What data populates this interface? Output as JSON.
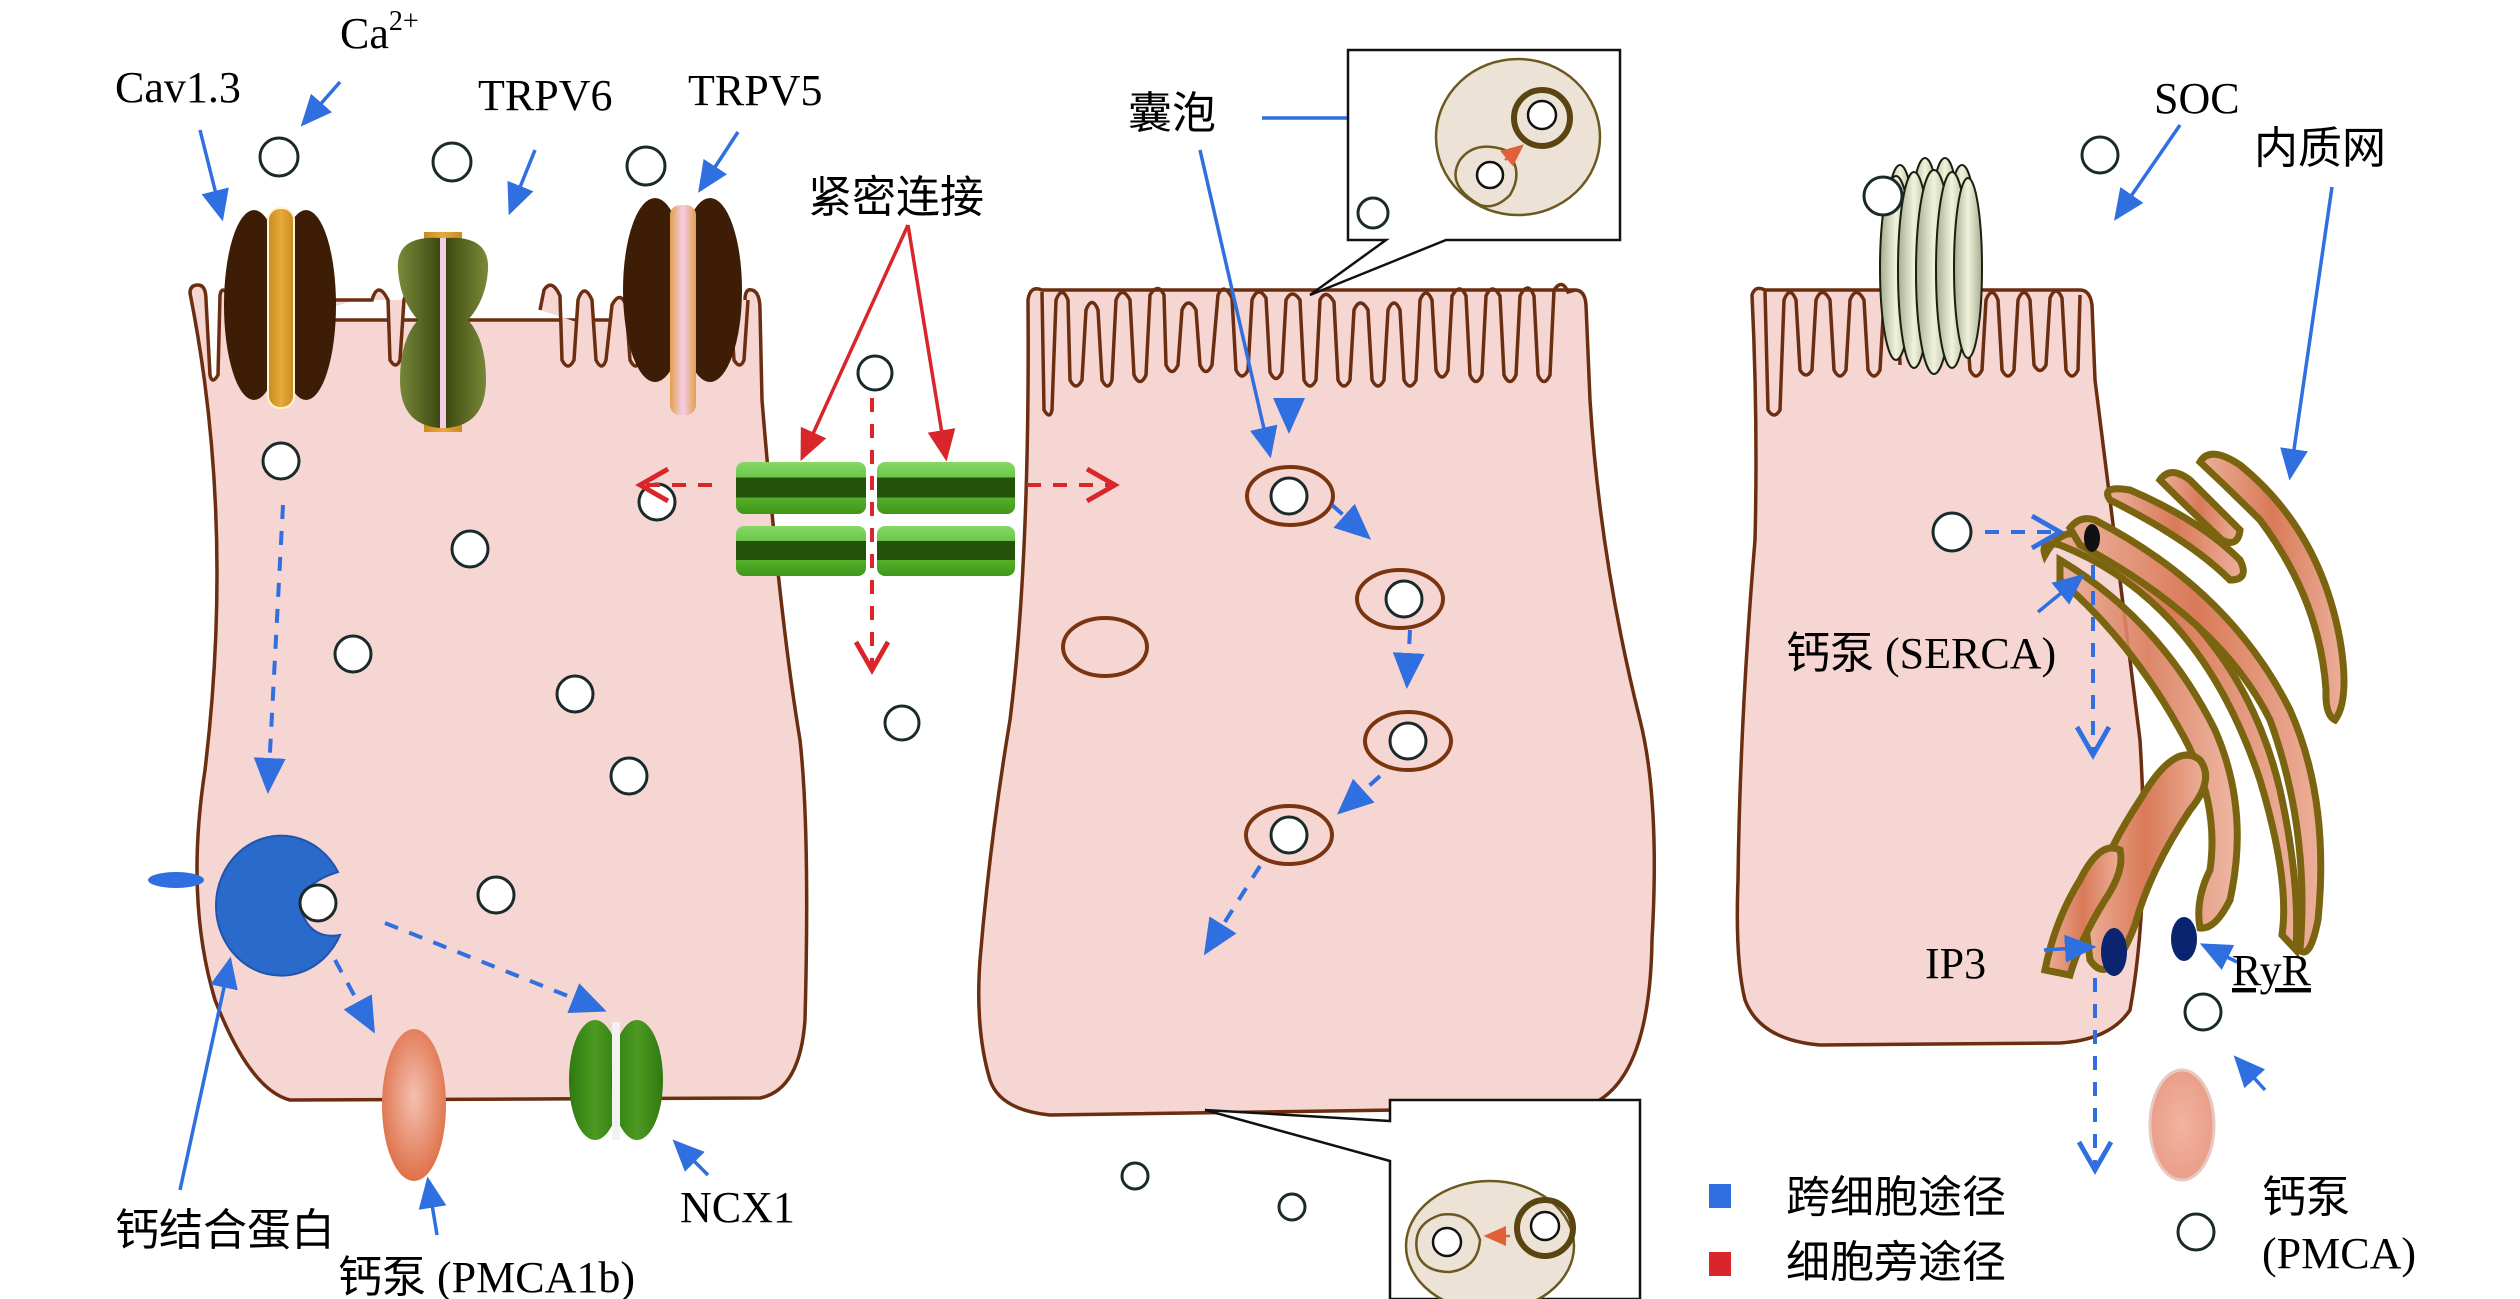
{
  "figure": {
    "description": "Intestinal epithelial calcium absorption pathways: transcellular and paracellular routes",
    "colors": {
      "cell_fill": "#f6d6d3",
      "cell_membrane": "#6b2e10",
      "transcellular_arrow": "#2f6fe0",
      "paracellular_arrow": "#d8262a",
      "tight_junction": "#5fbf3a",
      "er": "#d98060",
      "calbindin": "#2a6acb",
      "pmca": "#e07a55",
      "ncx1": "#3f8a1a"
    }
  },
  "left_cell": {
    "labels": {
      "ca_ion": "Ca",
      "ca_charge": "2+",
      "cav13": "Cav1.3",
      "trpv6": "TRPV6",
      "trpv5": "TRPV5",
      "calbindin": "钙结合蛋白",
      "pmca1b": "钙泵 (PMCA1b)",
      "ncx1": "NCX1"
    }
  },
  "junction": {
    "label": "紧密连接"
  },
  "middle_cell": {
    "labels": {
      "vesicle": "囊泡"
    }
  },
  "right_cell": {
    "labels": {
      "soc": "SOC",
      "er": "内质网",
      "serca": "钙泵 (SERCA)",
      "ip3": "IP3",
      "ryr": "RyR",
      "pmca_line1": "钙泵",
      "pmca_line2": "(PMCA)"
    }
  },
  "legend": {
    "items": [
      {
        "label": "跨细胞途径",
        "color": "#2f6fe0"
      },
      {
        "label": "细胞旁途径",
        "color": "#d8262a"
      }
    ]
  }
}
